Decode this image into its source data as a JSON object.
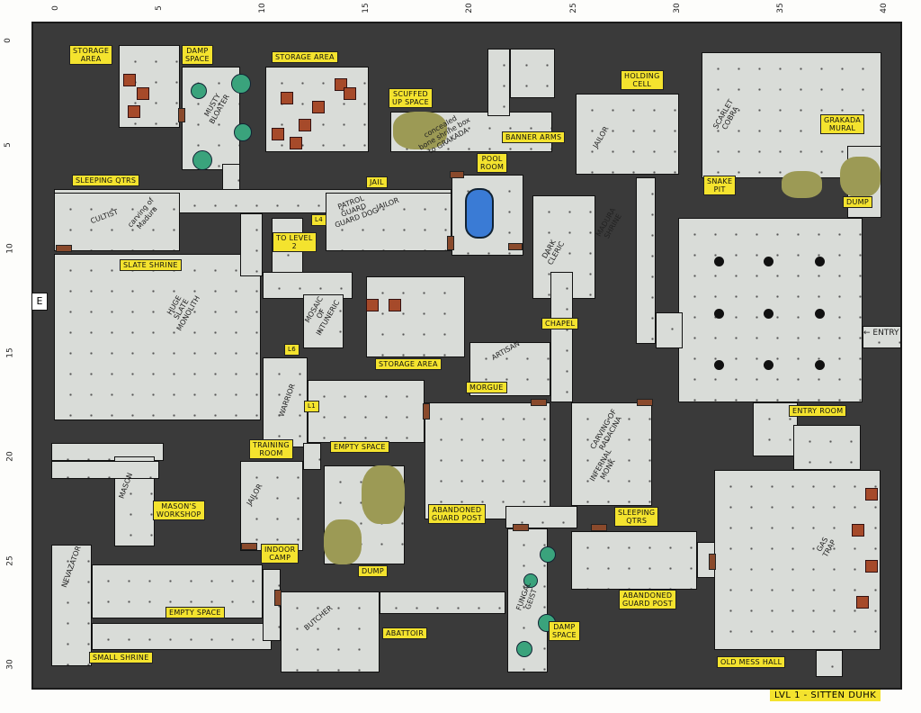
{
  "map": {
    "title": "LVL 1 - SITTEN DUHK",
    "grid_x_ticks": [
      "0",
      "5",
      "10",
      "15",
      "20",
      "25",
      "30",
      "35",
      "40"
    ],
    "grid_y_ticks": [
      "0",
      "5",
      "10",
      "15",
      "20",
      "25",
      "30"
    ],
    "edge_marker": "E",
    "entry_label": "← ENTRY",
    "colors": {
      "wall": "#3a3a3a",
      "floor": "#d9dcd8",
      "label": "#f4e32e",
      "door": "#8a4a2c",
      "water": "#3a7bd5"
    }
  },
  "labels": [
    "STORAGE\nAREA",
    "DAMP\nSPACE",
    "STORAGE AREA",
    "SCUFFED\nUP SPACE",
    "BANNER ARMS",
    "POOL\nROOM",
    "HOLDING\nCELL",
    "GRAKADA\nMURAL",
    "SNAKE\nPIT",
    "DUMP",
    "SLEEPING QTRS",
    "JAIL",
    "TO LEVEL\n2",
    "SLATE SHRINE",
    "CHAPEL",
    "STORAGE AREA",
    "MORGUE",
    "ENTRY ROOM",
    "TRAINING\nROOM",
    "EMPTY SPACE",
    "MASON'S\nWORKSHOP",
    "ABANDONED\nGUARD POST",
    "SLEEPING\nQTRS",
    "INDOOR\nCAMP",
    "DUMP",
    "ABANDONED\nGUARD POST",
    "EMPTY SPACE",
    "ABATTOIR",
    "DAMP\nSPACE",
    "SMALL SHRINE",
    "OLD MESS HALL"
  ],
  "notes": [
    "MUSTY\nBLOATER",
    "CULTIST",
    "carving of\nMadura",
    "PATROL\nGUARD\nGUARD DOG",
    "JAILOR",
    "concealed\nbone shrine box\nto GRAKADA",
    "JAILOR",
    "SCARLET\nCOBRA",
    "MADURA\nSHRINE",
    "DARK\nCLERIC",
    "HUGE\nSLATE\nMONOLITH",
    "MOSAIC\nOF\nINTUNERIC",
    "WARRIOR",
    "ARTISAN",
    "CARVING OF\nRADACINA",
    "INFERNAL\nMONK",
    "MASON",
    "JAILOR",
    "NEVAZATOR",
    "BUTCHER",
    "FUNGAL\nGEIST",
    "GAS\nTRAP"
  ],
  "stairs_markers": [
    "L4",
    "L6",
    "L1"
  ]
}
